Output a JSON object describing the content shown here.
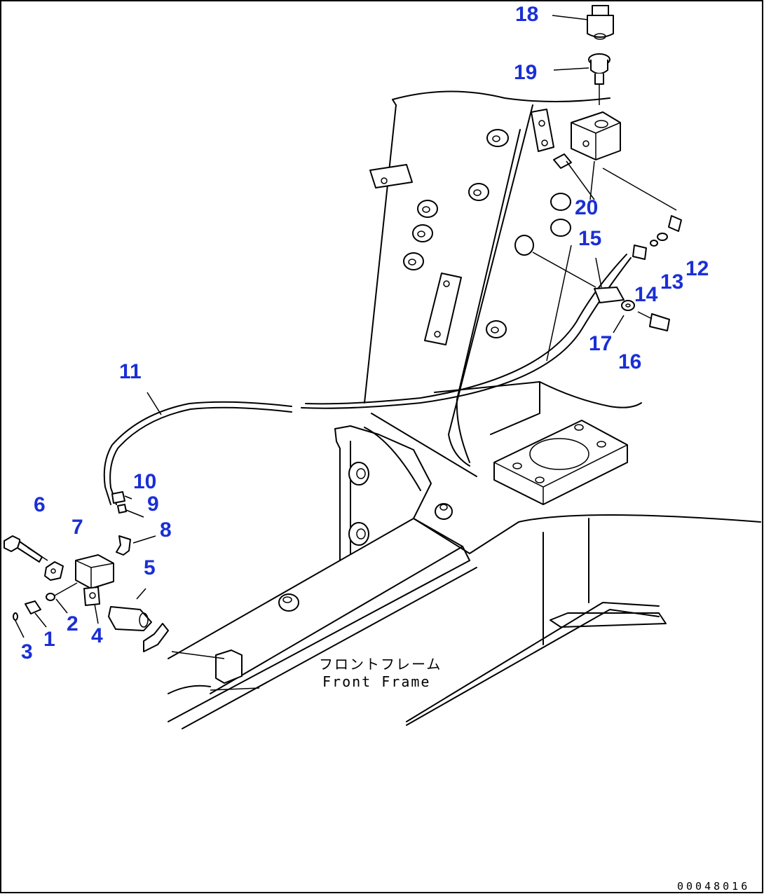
{
  "callouts": [
    {
      "n": "1"
    },
    {
      "n": "2"
    },
    {
      "n": "3"
    },
    {
      "n": "4"
    },
    {
      "n": "5"
    },
    {
      "n": "6"
    },
    {
      "n": "7"
    },
    {
      "n": "8"
    },
    {
      "n": "9"
    },
    {
      "n": "10"
    },
    {
      "n": "11"
    },
    {
      "n": "12"
    },
    {
      "n": "13"
    },
    {
      "n": "14"
    },
    {
      "n": "15"
    },
    {
      "n": "16"
    },
    {
      "n": "17"
    },
    {
      "n": "18"
    },
    {
      "n": "19"
    },
    {
      "n": "20"
    }
  ],
  "caption": {
    "japanese": "フロントフレーム",
    "english": "Front Frame"
  },
  "document_id": "00048016",
  "colors": {
    "callout": "#1a2fd6",
    "line": "#000000",
    "border": "#000000"
  }
}
